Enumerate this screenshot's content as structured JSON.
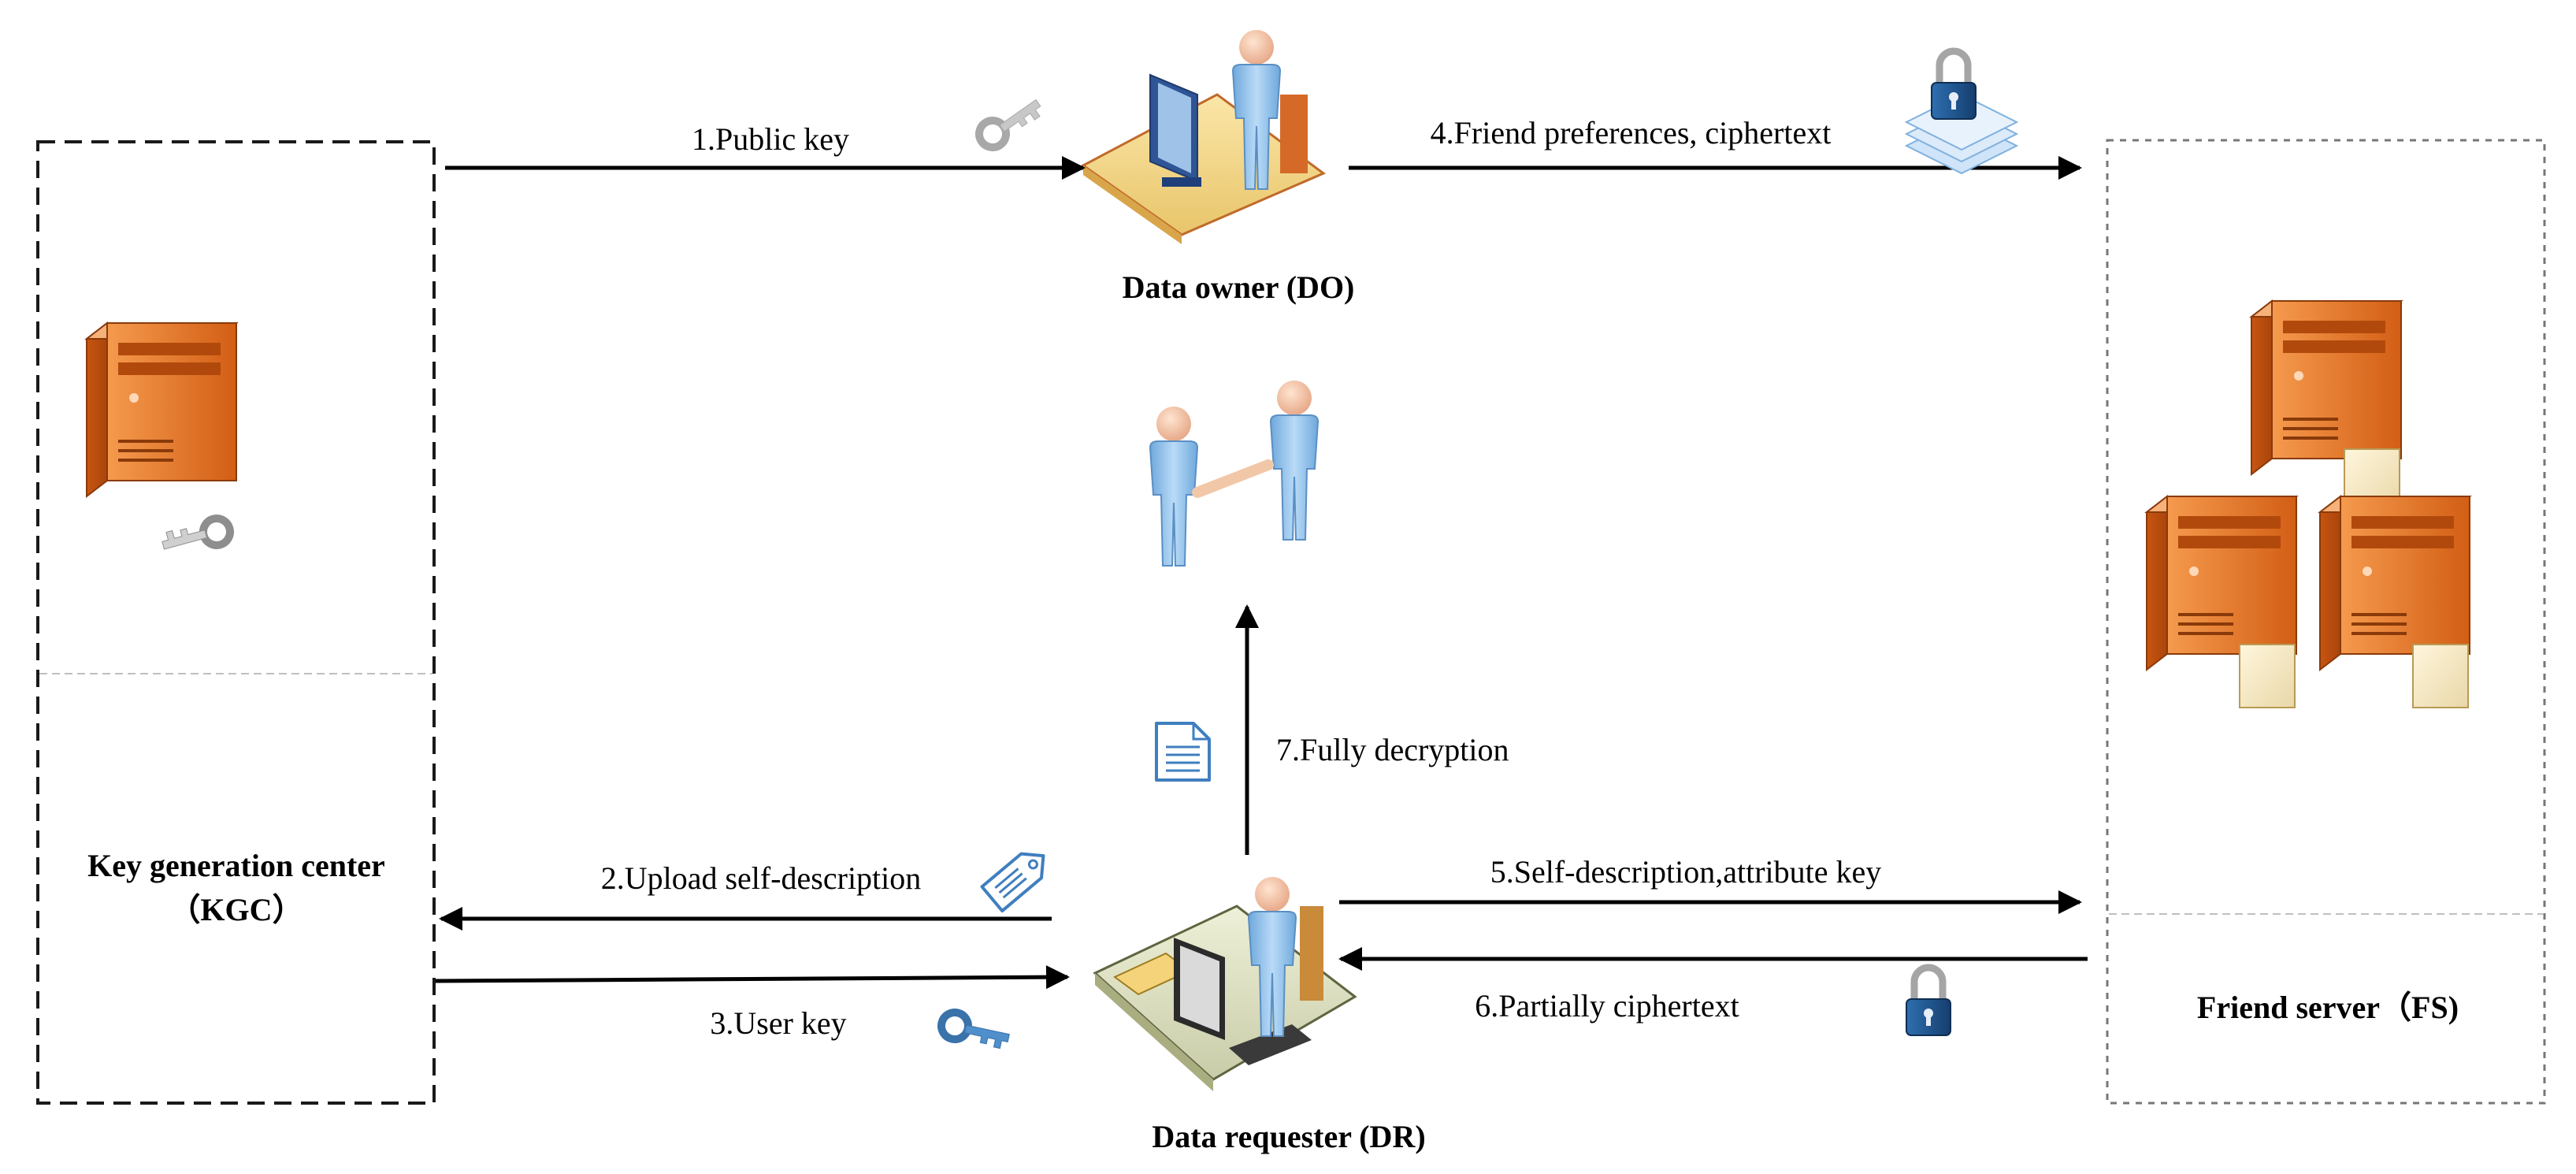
{
  "entities": {
    "kgc": {
      "name_line1": "Key generation center",
      "name_line2": "（KGC）"
    },
    "do": {
      "name": "Data owner (DO)"
    },
    "dr": {
      "name": "Data requester (DR)"
    },
    "fs": {
      "name": "Friend server（FS)"
    }
  },
  "steps": {
    "s1": "1.Public key",
    "s2": "2.Upload self-description",
    "s3": "3.User key",
    "s4": "4.Friend preferences, ciphertext",
    "s5": "5.Self-description,attribute key",
    "s6": "6.Partially ciphertext",
    "s7": "7.Fully decryption"
  },
  "colors": {
    "server_orange": "#E8772E",
    "person_blue": "#9CC8EE",
    "icon_blue": "#4F8FCB",
    "key_gray": "#BFBFBF",
    "line": "#000000",
    "box_dash_kgc": "#1a1a1a",
    "box_dash_fs": "#777777"
  },
  "icons": [
    "server-icon",
    "key-icon",
    "person-at-desk-icon",
    "handshake-icon",
    "document-icon",
    "tag-icon",
    "padlock-icon",
    "server-cluster-icon"
  ]
}
